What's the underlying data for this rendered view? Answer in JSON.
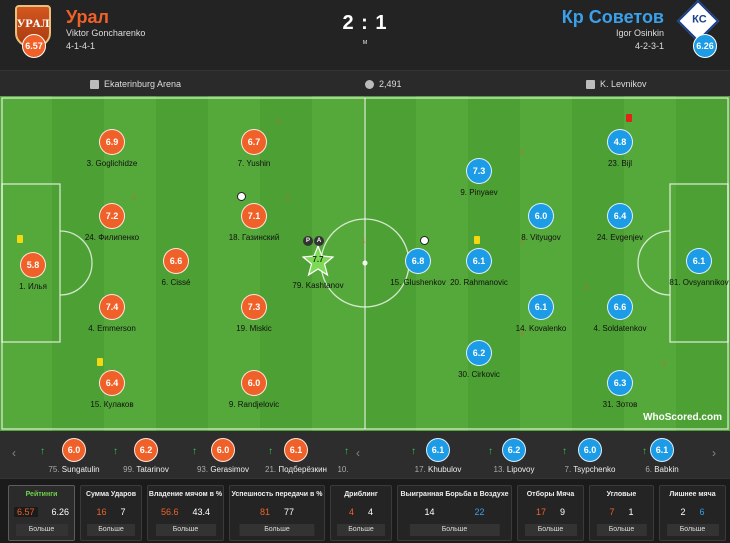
{
  "match": {
    "home": {
      "name": "Урал",
      "coach": "Viktor Goncharenko",
      "formation": "4-1-4-1",
      "rating": "6.57",
      "logo_text": "УРАЛ",
      "color": "#f0612a"
    },
    "away": {
      "name": "Кр Советов",
      "coach": "Igor Osinkin",
      "formation": "4-2-3-1",
      "rating": "6.26",
      "logo_text": "КС",
      "color": "#1c9be6"
    },
    "score": "2 : 1",
    "status": "м"
  },
  "info": {
    "venue": "Ekaterinburg Arena",
    "attendance": "2,491",
    "referee": "K. Levnikov"
  },
  "players": [
    {
      "name": "1. Илья",
      "rating": "5.8",
      "team": "h"
    },
    {
      "name": "3. Goglichidze",
      "rating": "6.9",
      "team": "h"
    },
    {
      "name": "24. Филипенко",
      "rating": "7.2",
      "team": "h"
    },
    {
      "name": "4. Emmerson",
      "rating": "7.4",
      "team": "h"
    },
    {
      "name": "15. Кулаков",
      "rating": "6.4",
      "team": "h"
    },
    {
      "name": "6. Cissé",
      "rating": "6.6",
      "team": "h"
    },
    {
      "name": "7. Yushin",
      "rating": "6.7",
      "team": "h"
    },
    {
      "name": "18. Газинский",
      "rating": "7.1",
      "team": "h"
    },
    {
      "name": "19. Miskic",
      "rating": "7.3",
      "team": "h"
    },
    {
      "name": "9. Randjelovic",
      "rating": "6.0",
      "team": "h"
    },
    {
      "name": "79. Kashtanov",
      "rating": "7.7",
      "team": "h"
    },
    {
      "name": "15. Glushenkov",
      "rating": "6.8",
      "team": "a"
    },
    {
      "name": "9. Pinyaev",
      "rating": "7.3",
      "team": "a"
    },
    {
      "name": "20. Rahmanovic",
      "rating": "6.1",
      "team": "a"
    },
    {
      "name": "30. Cirkovic",
      "rating": "6.2",
      "team": "a"
    },
    {
      "name": "8. Vityugov",
      "rating": "6.0",
      "team": "a"
    },
    {
      "name": "14. Kovalenko",
      "rating": "6.1",
      "team": "a"
    },
    {
      "name": "23. Bijl",
      "rating": "4.8",
      "team": "a"
    },
    {
      "name": "24. Evgenjev",
      "rating": "6.4",
      "team": "a"
    },
    {
      "name": "4. Soldatenkov",
      "rating": "6.6",
      "team": "a"
    },
    {
      "name": "31. Зотов",
      "rating": "6.3",
      "team": "a"
    },
    {
      "name": "81. Ovsyannikov",
      "rating": "6.1",
      "team": "a"
    }
  ],
  "subs": {
    "home": [
      {
        "num": "75.",
        "name": "Sungatulin",
        "rating": "6.0"
      },
      {
        "num": "99.",
        "name": "Tatarinov",
        "rating": "6.2"
      },
      {
        "num": "93.",
        "name": "Gerasimov",
        "rating": "6.0"
      },
      {
        "num": "21.",
        "name": "Подберёзкин",
        "rating": "6.1"
      },
      {
        "num": "10.",
        "name": "",
        "rating": ""
      }
    ],
    "away": [
      {
        "num": "17.",
        "name": "Khubulov",
        "rating": "6.1"
      },
      {
        "num": "13.",
        "name": "Lipovoy",
        "rating": "6.2"
      },
      {
        "num": "7.",
        "name": "Tsypchenko",
        "rating": "6.0"
      },
      {
        "num": "6.",
        "name": "Babkin",
        "rating": "6.1"
      }
    ]
  },
  "stats": [
    {
      "title": "Рейтинги",
      "home": "6.57",
      "away": "6.26",
      "more": "Больше",
      "active": true
    },
    {
      "title": "Сумма Ударов",
      "home": "16",
      "away": "7",
      "more": "Больше"
    },
    {
      "title": "Владение мячом в %",
      "home": "56.6",
      "away": "43.4",
      "more": "Больше"
    },
    {
      "title": "Успешность передачи в %",
      "home": "81",
      "away": "77",
      "more": "Больше"
    },
    {
      "title": "Дриблинг",
      "home": "4",
      "away": "4",
      "more": "Больше"
    },
    {
      "title": "Выигранная Борьба в Воздухе",
      "home": "14",
      "away": "22",
      "more": "Больше",
      "away_blue": true
    },
    {
      "title": "Отборы Мяча",
      "home": "17",
      "away": "9",
      "more": "Больше"
    },
    {
      "title": "Угловые",
      "home": "7",
      "away": "1",
      "more": "Больше"
    },
    {
      "title": "Лишнее мяча",
      "home": "2",
      "away": "6",
      "more": "Больше",
      "away_blue": true
    }
  ],
  "branding": "WhoScored.com",
  "motm_badges": [
    "P",
    "A"
  ]
}
